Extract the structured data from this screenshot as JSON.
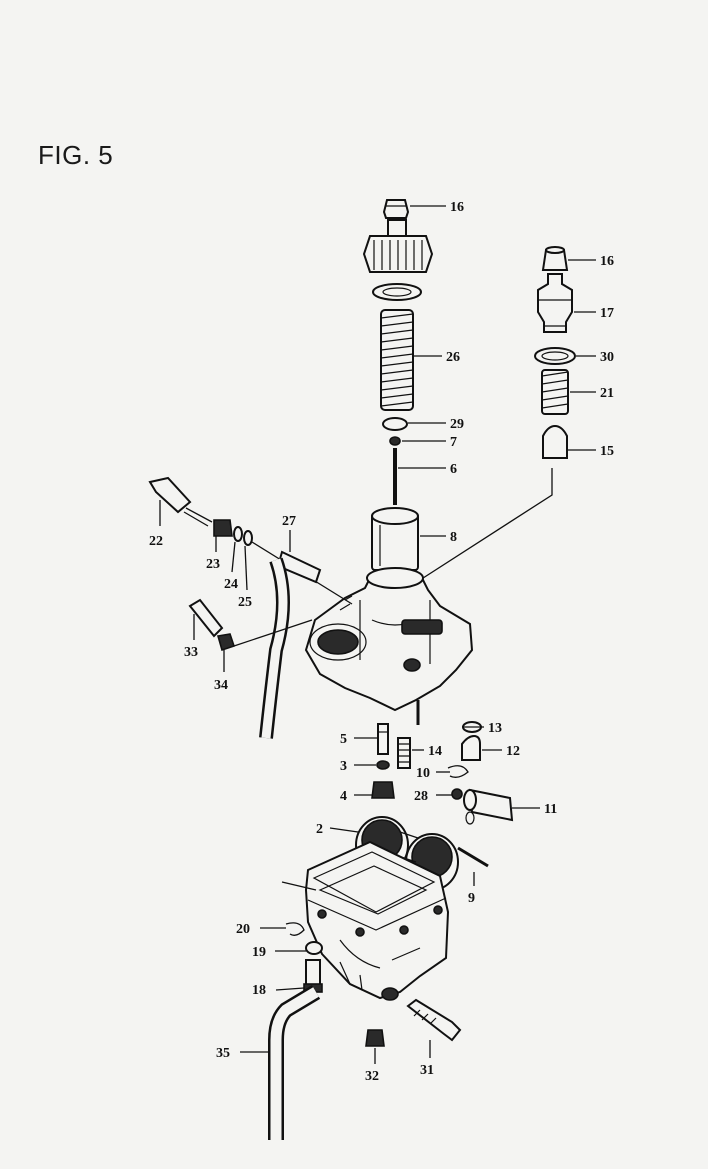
{
  "figure": {
    "title": "FIG. 5"
  },
  "callouts": [
    {
      "id": "c16a",
      "text": "16"
    },
    {
      "id": "c16b",
      "text": "16"
    },
    {
      "id": "c17",
      "text": "17"
    },
    {
      "id": "c30",
      "text": "30"
    },
    {
      "id": "c21",
      "text": "21"
    },
    {
      "id": "c15",
      "text": "15"
    },
    {
      "id": "c26",
      "text": "26"
    },
    {
      "id": "c29",
      "text": "29"
    },
    {
      "id": "c7",
      "text": "7"
    },
    {
      "id": "c6",
      "text": "6"
    },
    {
      "id": "c8",
      "text": "8"
    },
    {
      "id": "c27",
      "text": "27"
    },
    {
      "id": "c22",
      "text": "22"
    },
    {
      "id": "c23",
      "text": "23"
    },
    {
      "id": "c24",
      "text": "24"
    },
    {
      "id": "c25",
      "text": "25"
    },
    {
      "id": "c33",
      "text": "33"
    },
    {
      "id": "c34",
      "text": "34"
    },
    {
      "id": "c13",
      "text": "13"
    },
    {
      "id": "c12",
      "text": "12"
    },
    {
      "id": "c5",
      "text": "5"
    },
    {
      "id": "c14",
      "text": "14"
    },
    {
      "id": "c3",
      "text": "3"
    },
    {
      "id": "c10",
      "text": "10"
    },
    {
      "id": "c4",
      "text": "4"
    },
    {
      "id": "c28",
      "text": "28"
    },
    {
      "id": "c11",
      "text": "11"
    },
    {
      "id": "c2",
      "text": "2"
    },
    {
      "id": "c9",
      "text": "9"
    },
    {
      "id": "c20",
      "text": "20"
    },
    {
      "id": "c19",
      "text": "19"
    },
    {
      "id": "c18",
      "text": "18"
    },
    {
      "id": "c35",
      "text": "35"
    },
    {
      "id": "c32",
      "text": "32"
    },
    {
      "id": "c31",
      "text": "31"
    }
  ]
}
